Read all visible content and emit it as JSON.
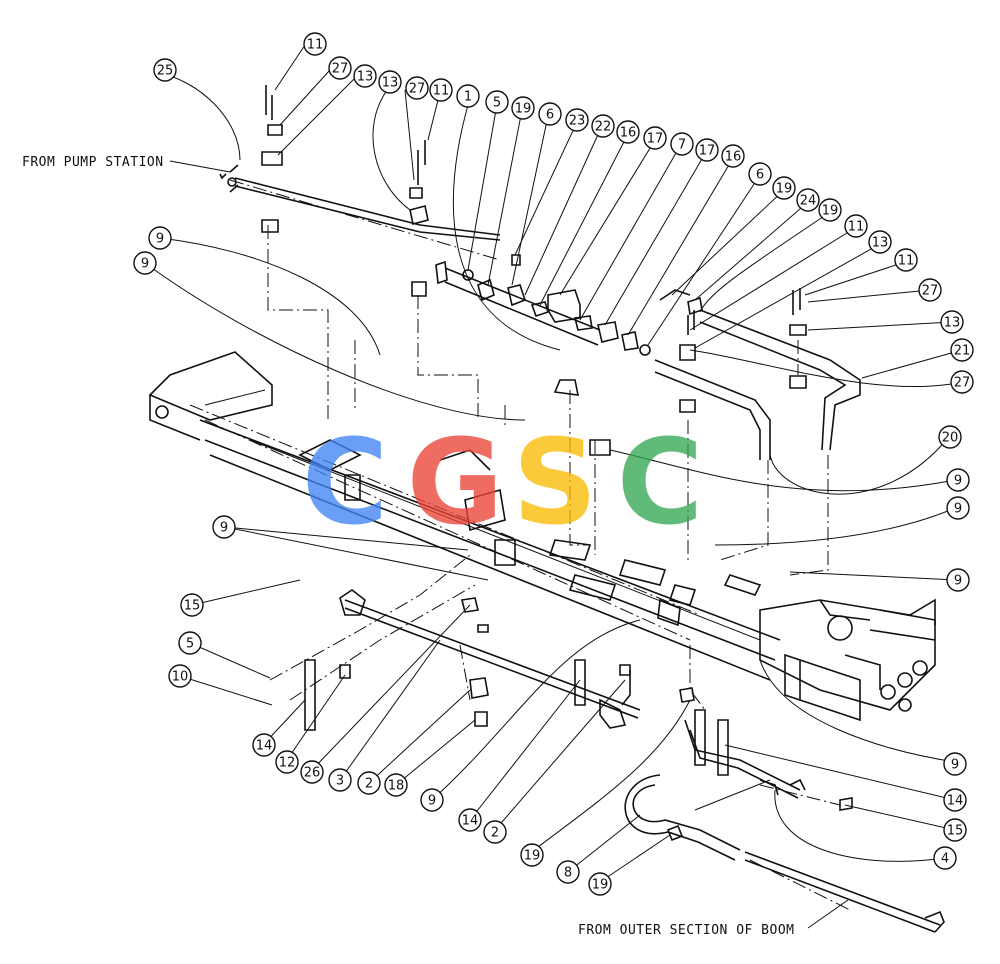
{
  "captions": {
    "from_pump_station": "FROM PUMP STATION",
    "from_outer_section": "FROM OUTER SECTION OF BOOM"
  },
  "watermark": {
    "letters": [
      "C",
      "G",
      "S",
      "C"
    ],
    "colors": [
      "#4285f4",
      "#ea4335",
      "#fbbc05",
      "#34a853"
    ]
  },
  "callouts": [
    {
      "label": "11"
    },
    {
      "label": "25"
    },
    {
      "label": "27"
    },
    {
      "label": "13"
    },
    {
      "label": "13"
    },
    {
      "label": "27"
    },
    {
      "label": "11"
    },
    {
      "label": "1"
    },
    {
      "label": "5"
    },
    {
      "label": "19"
    },
    {
      "label": "6"
    },
    {
      "label": "23"
    },
    {
      "label": "22"
    },
    {
      "label": "16"
    },
    {
      "label": "17"
    },
    {
      "label": "7"
    },
    {
      "label": "17"
    },
    {
      "label": "16"
    },
    {
      "label": "6"
    },
    {
      "label": "19"
    },
    {
      "label": "24"
    },
    {
      "label": "19"
    },
    {
      "label": "11"
    },
    {
      "label": "13"
    },
    {
      "label": "11"
    },
    {
      "label": "27"
    },
    {
      "label": "13"
    },
    {
      "label": "21"
    },
    {
      "label": "27"
    },
    {
      "label": "9"
    },
    {
      "label": "9"
    },
    {
      "label": "20"
    },
    {
      "label": "9"
    },
    {
      "label": "9"
    },
    {
      "label": "9"
    },
    {
      "label": "9"
    },
    {
      "label": "15"
    },
    {
      "label": "5"
    },
    {
      "label": "10"
    },
    {
      "label": "14"
    },
    {
      "label": "12"
    },
    {
      "label": "26"
    },
    {
      "label": "3"
    },
    {
      "label": "2"
    },
    {
      "label": "18"
    },
    {
      "label": "9"
    },
    {
      "label": "14"
    },
    {
      "label": "2"
    },
    {
      "label": "19"
    },
    {
      "label": "9"
    },
    {
      "label": "14"
    },
    {
      "label": "15"
    },
    {
      "label": "4"
    },
    {
      "label": "8"
    },
    {
      "label": "19"
    }
  ]
}
